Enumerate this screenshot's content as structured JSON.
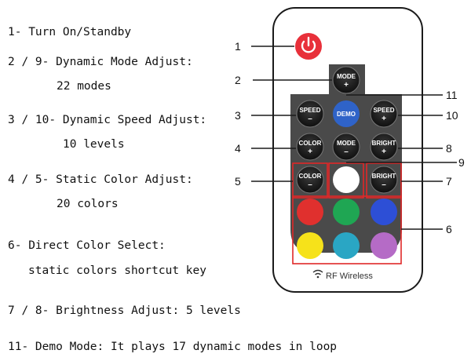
{
  "legend": [
    {
      "text": "1- Turn On/Standby",
      "cls": ""
    },
    {
      "text": "2 / 9- Dynamic Mode Adjust:",
      "cls": ""
    },
    {
      "text": "22 modes",
      "cls": "legend-sub"
    },
    {
      "text": "3 / 10- Dynamic Speed Adjust:",
      "cls": ""
    },
    {
      "text": "10 levels",
      "cls": "legend-sub s2"
    },
    {
      "text": "4 / 5- Static Color Adjust:",
      "cls": ""
    },
    {
      "text": "20 colors",
      "cls": "legend-sub s3"
    },
    {
      "text": "6- Direct Color Select:",
      "cls": ""
    },
    {
      "text": "static colors shortcut key",
      "cls": "legend-sub s4"
    },
    {
      "text": "7 / 8- Brightness Adjust: 5 levels",
      "cls": ""
    },
    {
      "text": "11- Demo Mode: It plays 17 dynamic modes in loop",
      "cls": ""
    }
  ],
  "remote": {
    "brand_label": "RF Wireless",
    "icons": {
      "power": "power-icon",
      "wifi": "wifi-icon"
    },
    "buttons": {
      "mode_plus": [
        "MODE",
        "+"
      ],
      "speed_minus": [
        "SPEED",
        "–"
      ],
      "demo": [
        "DEMO"
      ],
      "speed_plus": [
        "SPEED",
        "+"
      ],
      "color_plus": [
        "COLOR",
        "+"
      ],
      "mode_minus": [
        "MODE",
        "–"
      ],
      "bright_plus": [
        "BRIGHT",
        "+"
      ],
      "color_minus": [
        "COLOR",
        "–"
      ],
      "bright_minus": [
        "BRIGHT",
        "–"
      ]
    },
    "colors": {
      "power": "#e8303a",
      "demo": "#2f63c8",
      "key_dark": "#1c1c1c",
      "panel": "#4a4a4a",
      "highlight_box": "#e02828",
      "white": "#ffffff",
      "red": "#e0302e",
      "green": "#1fa653",
      "blue": "#2d4fd6",
      "yellow": "#f6e21a",
      "teal": "#2aa6c4",
      "purple": "#b56bc6"
    }
  },
  "callouts": [
    "1",
    "2",
    "11",
    "3",
    "10",
    "4",
    "8",
    "9",
    "5",
    "7",
    "6"
  ]
}
